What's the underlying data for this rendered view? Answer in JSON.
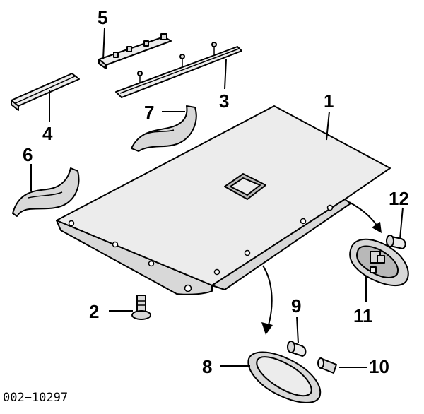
{
  "figure": {
    "reference_code": "002−10297"
  },
  "callouts": [
    {
      "id": "1",
      "label": "1"
    },
    {
      "id": "2",
      "label": "2"
    },
    {
      "id": "3",
      "label": "3"
    },
    {
      "id": "4",
      "label": "4"
    },
    {
      "id": "5",
      "label": "5"
    },
    {
      "id": "6",
      "label": "6"
    },
    {
      "id": "7",
      "label": "7"
    },
    {
      "id": "8",
      "label": "8"
    },
    {
      "id": "9",
      "label": "9"
    },
    {
      "id": "10",
      "label": "10"
    },
    {
      "id": "11",
      "label": "11"
    },
    {
      "id": "12",
      "label": "12"
    }
  ]
}
